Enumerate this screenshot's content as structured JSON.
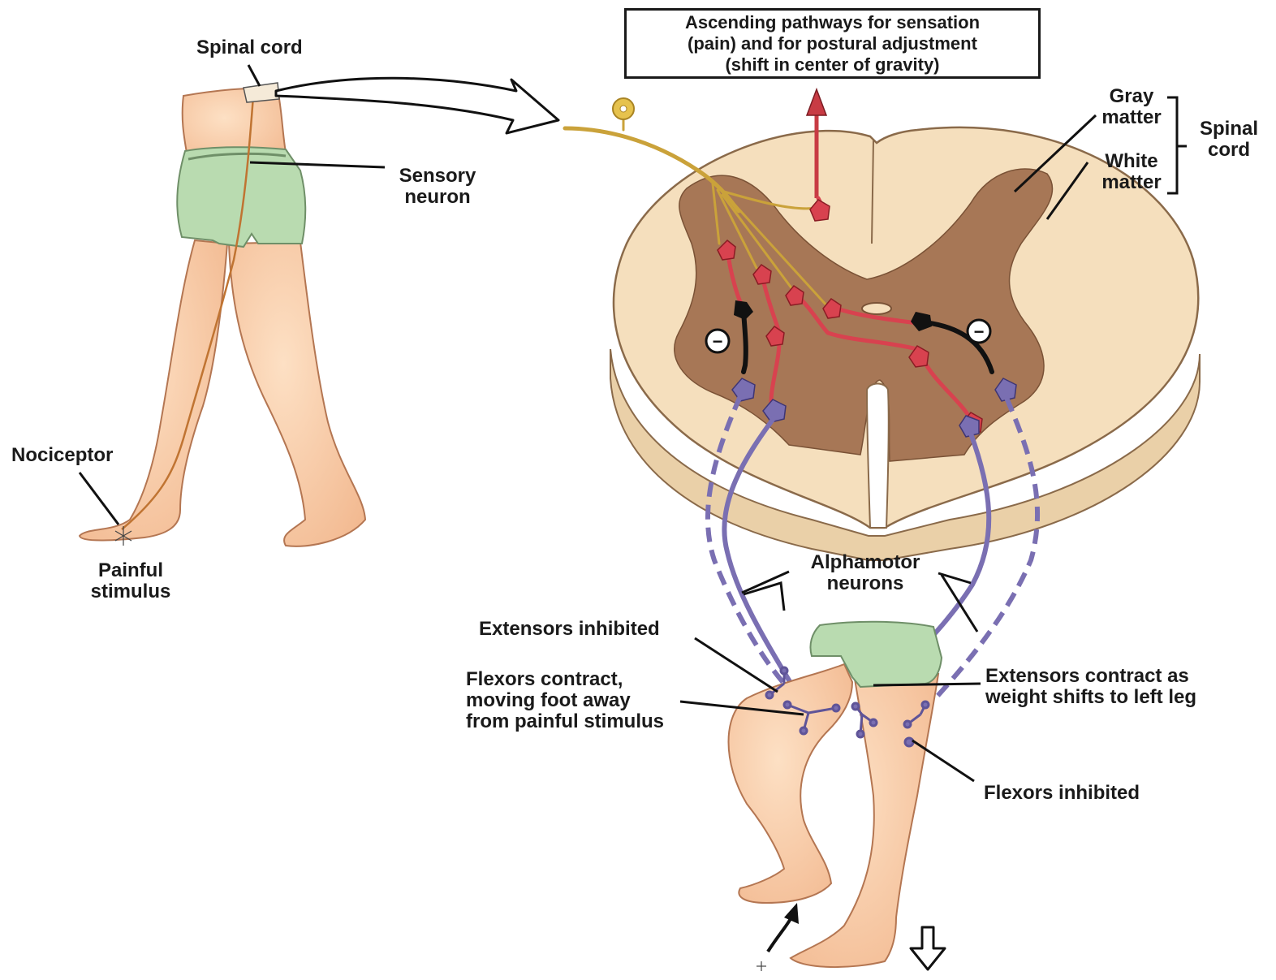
{
  "title_box": {
    "line1": "Ascending pathways for sensation",
    "line2": "(pain) and for postural adjustment",
    "line3": "(shift in center of gravity)"
  },
  "labels": {
    "spinal_cord_top": "Spinal cord",
    "sensory_neuron_1": "Sensory",
    "sensory_neuron_2": "neuron",
    "nociceptor": "Nociceptor",
    "painful_stimulus_1": "Painful",
    "painful_stimulus_2": "stimulus",
    "gray_matter_1": "Gray",
    "gray_matter_2": "matter",
    "white_matter_1": "White",
    "white_matter_2": "matter",
    "spinal_cord_right_1": "Spinal",
    "spinal_cord_right_2": "cord",
    "alphamotor_1": "Alphamotor",
    "alphamotor_2": "neurons",
    "extensors_inhibited": "Extensors inhibited",
    "flexors_contract_1": "Flexors contract,",
    "flexors_contract_2": "moving foot away",
    "flexors_contract_3": "from painful stimulus",
    "extensors_contract_1": "Extensors contract as",
    "extensors_contract_2": "weight shifts to left leg",
    "flexors_inhibited": "Flexors inhibited"
  },
  "inhibition_symbol": "−",
  "colors": {
    "skin": "#f7cba4",
    "skin_outline": "#b47652",
    "shorts": "#b9dbb0",
    "white_matter": "#f5dfbd",
    "gray_matter": "#a77756",
    "sensory": "#e6c24d",
    "interneuron": "#d8424f",
    "inhibitory": "#111111",
    "motor": "#7a6fb2"
  }
}
